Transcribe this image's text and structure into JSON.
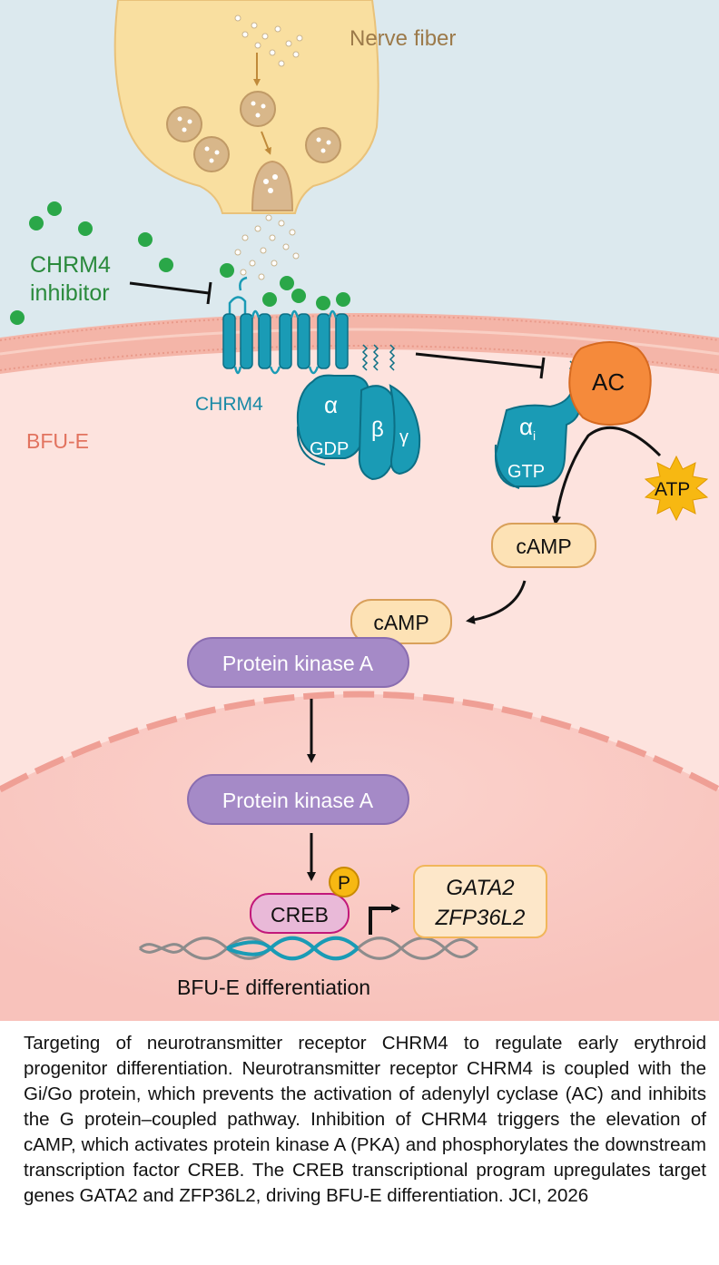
{
  "labels": {
    "nerve_fiber": "Nerve fiber",
    "inhibitor_line1": "CHRM4",
    "inhibitor_line2": "inhibitor",
    "receptor": "CHRM4",
    "cell": "BFU-E",
    "alpha": "α",
    "beta": "β",
    "gamma": "γ",
    "gdp": "GDP",
    "alpha_i": "α",
    "alpha_i_sub": "i",
    "gtp": "GTP",
    "ac": "AC",
    "atp": "ATP",
    "camp_1": "cAMP",
    "camp_2": "cAMP",
    "pka_1": "Protein kinase A",
    "pka_2": "Protein kinase A",
    "phospho": "P",
    "creb": "CREB",
    "gene_1": "GATA2",
    "gene_2": "ZFP36L2",
    "outcome": "BFU-E differentiation"
  },
  "caption": "Targeting of neurotransmitter receptor CHRM4 to regulate early erythroid progenitor differentiation. Neurotransmitter receptor CHRM4 is coupled with the Gi/Go protein, which prevents the activation of adenylyl cyclase (AC) and inhibits the G protein–coupled pathway. Inhibition of CHRM4 triggers the elevation of cAMP, which activates protein kinase A (PKA) and phosphorylates the downstream transcription factor CREB. The CREB transcriptional program upregulates target genes GATA2 and ZFP36L2, driving BFU-E differentiation. JCI, 2026",
  "colors": {
    "extracellular": "#dce9ee",
    "cytoplasm": "#fde3de",
    "nucleus": "#f9c9c3",
    "membrane": "#f4b5a8",
    "nerve": "#f9dfa0",
    "vesicle": "#d8b78a",
    "inhibitor": "#2aa748",
    "receptor": "#1a9bb5",
    "ac": "#f58a3b",
    "atp": "#f7b812",
    "camp": "#fde2b5",
    "pka": "#a58ac7",
    "creb": "#e9b9d8",
    "gene_box": "#fde7c9",
    "text_green": "#2a8a3c",
    "text_teal": "#1a8aa6",
    "text_salmon": "#e2735f",
    "text_nerve": "#9c7a4a"
  }
}
